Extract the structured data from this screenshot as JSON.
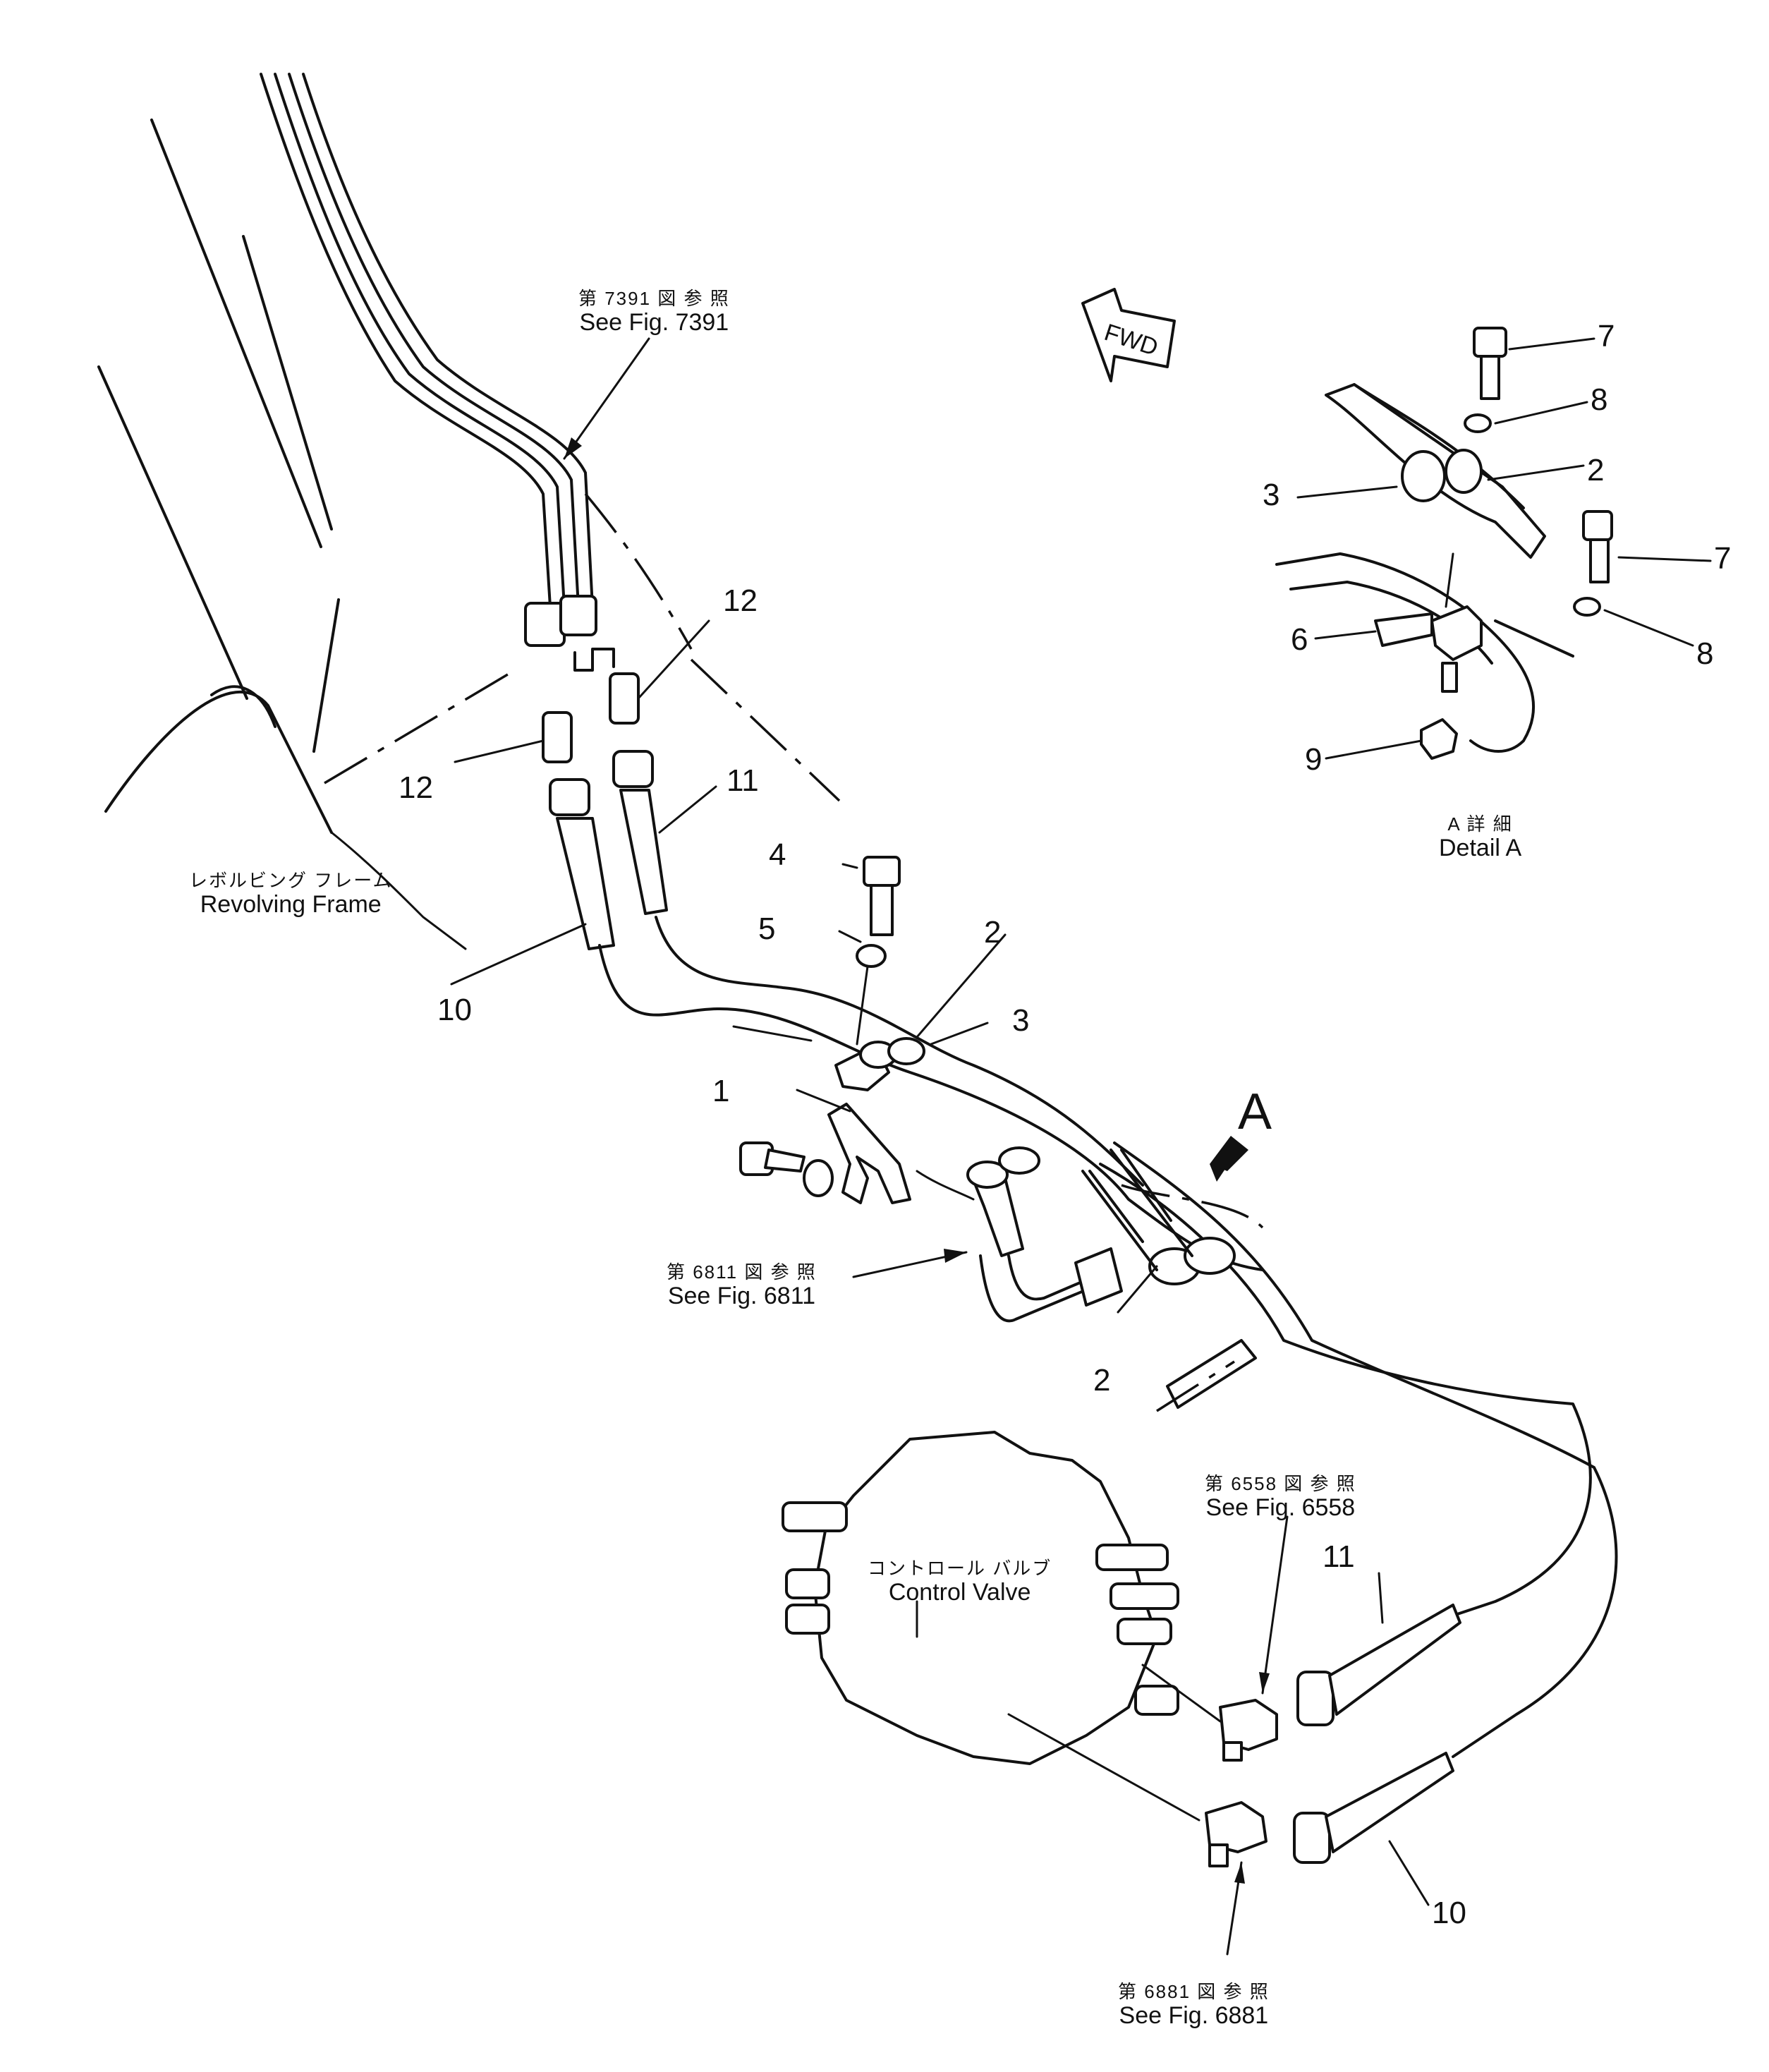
{
  "labels": {
    "frame_jp": "レボルビング フレーム",
    "frame_en": "Revolving Frame",
    "valve_jp": "コントロール バルブ",
    "valve_en": "Control Valve",
    "detail_jp": "A 詳 細",
    "detail_en": "Detail A",
    "fwd": "FWD",
    "view_a": "A"
  },
  "references": [
    {
      "jp": "第 7391 図 参 照",
      "en": "See Fig. 7391"
    },
    {
      "jp": "第 6811 図 参 照",
      "en": "See Fig. 6811"
    },
    {
      "jp": "第 6558 図 参 照",
      "en": "See Fig. 6558"
    },
    {
      "jp": "第 6881 図 参 照",
      "en": "See Fig. 6881"
    }
  ],
  "callouts": [
    "1",
    "2",
    "3",
    "4",
    "5",
    "6",
    "7",
    "8",
    "9",
    "10",
    "11",
    "12"
  ]
}
